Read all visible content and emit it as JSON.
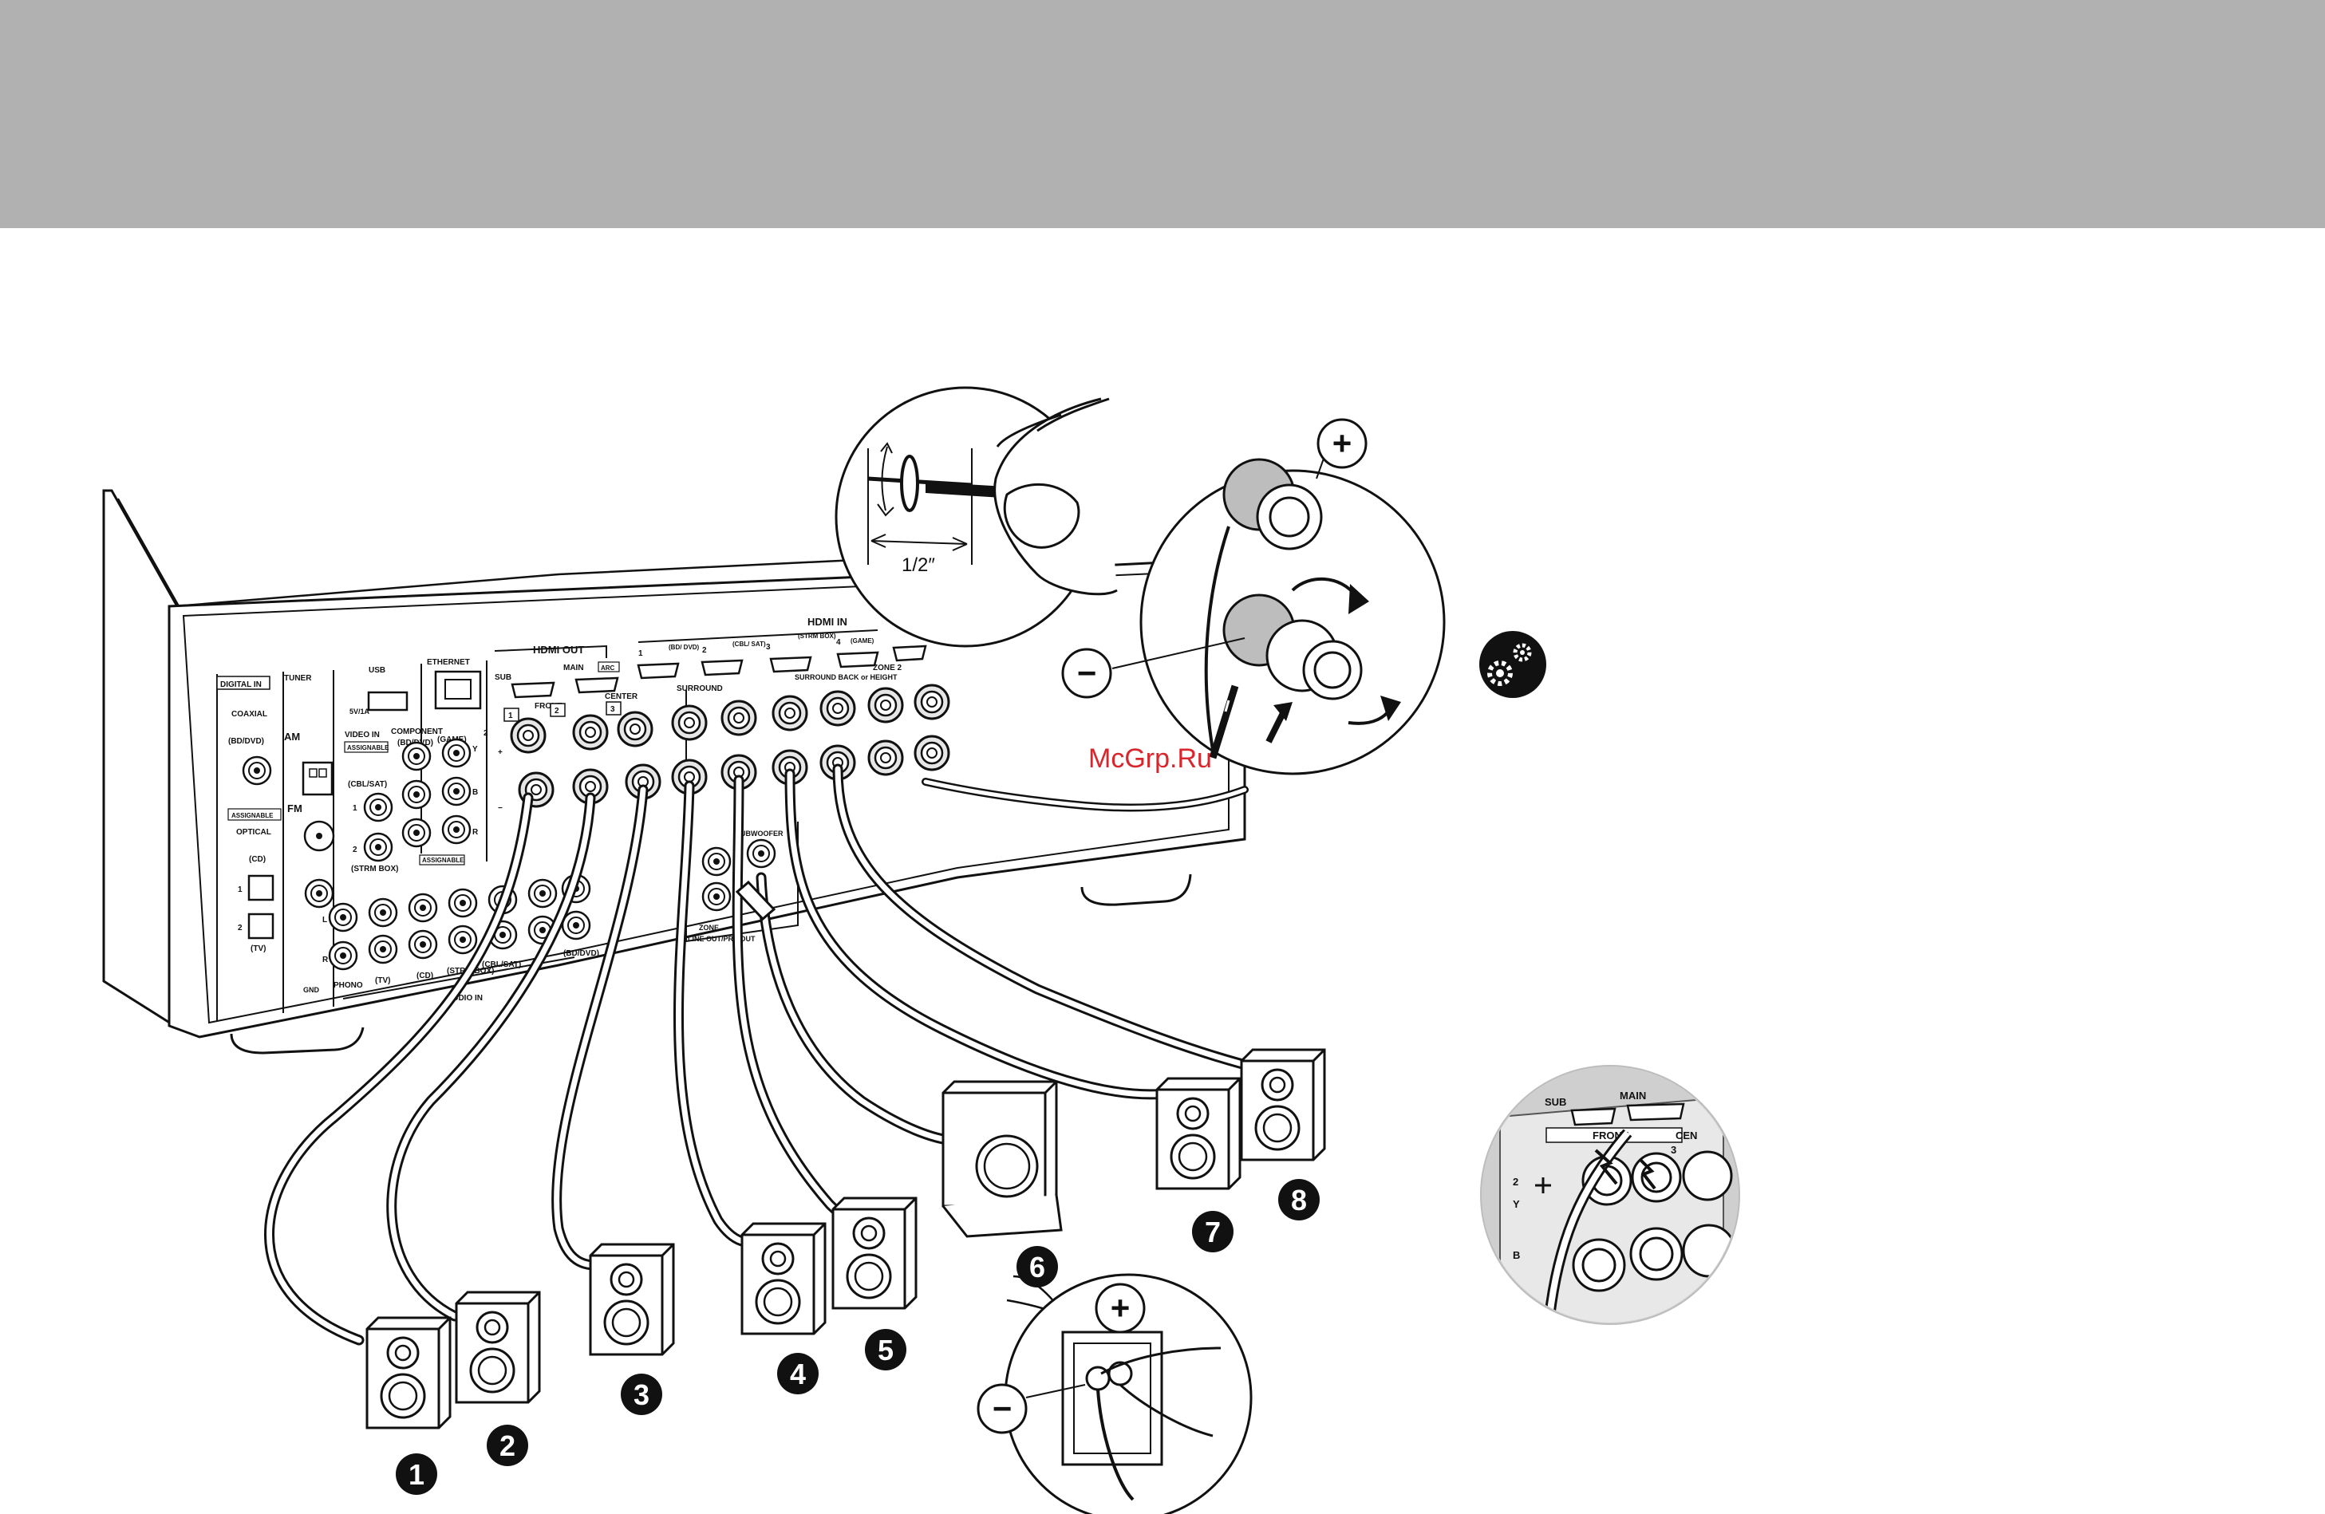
{
  "panel": {
    "digital_in": "DIGITAL IN",
    "coaxial": "COAXIAL",
    "bd_dvd": "(BD/DVD)",
    "assignable": "ASSIGNABLE",
    "optical": "OPTICAL",
    "cd": "(CD)",
    "tv": "(TV)",
    "num_1": "1",
    "num_2": "2",
    "tuner": "TUNER",
    "am": "AM",
    "fm": "FM",
    "usb": "USB",
    "usb_rating": "5V/1A",
    "ethernet": "ETHERNET",
    "hdmi_out": "HDMI OUT",
    "hdmi_sub": "SUB",
    "hdmi_main": "MAIN",
    "hdmi_arc": "ARC",
    "hdmi_in": "HDMI IN",
    "hdmi_in_1": "1",
    "hdmi_in_bd": "(BD/ DVD)",
    "hdmi_in_2": "2",
    "hdmi_in_cbl": "(CBL/ SAT)",
    "hdmi_in_3": "3",
    "hdmi_in_strm": "(STRM BOX)",
    "hdmi_in_4": "4",
    "hdmi_in_game": "(GAME)",
    "video_in": "VIDEO IN",
    "component": "COMPONENT",
    "cbl_sat": "(CBL/SAT)",
    "game": "(GAME)",
    "strm_box": "(STRM BOX)",
    "front": "FRONT",
    "center": "CENTER",
    "surround": "SURROUND",
    "surround_back": "SURROUND BACK or HEIGHT",
    "zone2": "ZONE 2",
    "subwoofer": "SUBWOOFER",
    "zone": "ZONE",
    "line_out": "LINE OUT/PRE OUT",
    "phono": "PHONO",
    "audio_in": "AUDIO IN",
    "gnd": "GND",
    "r": "R",
    "l": "L",
    "y": "Y",
    "b": "B",
    "plus": "+",
    "minus": "−"
  },
  "detail": {
    "strip_length": "1/2″",
    "plus": "+",
    "minus": "−"
  },
  "watermark": "McGrp.Ru",
  "speakers": [
    "1",
    "2",
    "3",
    "4",
    "5",
    "6",
    "7",
    "8"
  ],
  "zoom": {
    "sub": "SUB",
    "main": "MAIN",
    "front": "FRONT",
    "center": "CEN",
    "n3": "3",
    "n2": "2",
    "y": "Y",
    "b": "B"
  },
  "colors": {
    "header": "#b1b1b1",
    "ink": "#111111",
    "watermark": "#d9252b",
    "zoom_disc": "#cfcfcf"
  },
  "icons": [
    "settings-gears-icon"
  ]
}
